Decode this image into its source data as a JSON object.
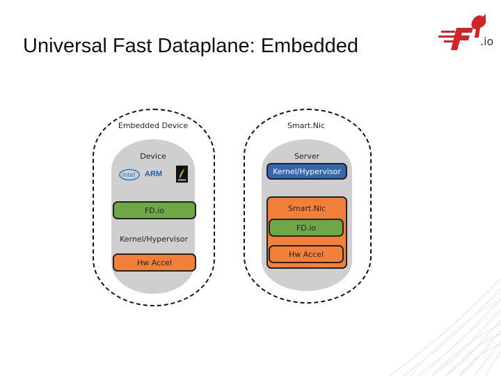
{
  "title": "Universal Fast Dataplane: Embedded",
  "logo": {
    "text": ".io"
  },
  "left_panel": {
    "heading": "Embedded Device",
    "device_label": "Device",
    "vendor_logos": [
      {
        "name": "intel",
        "text": "intel"
      },
      {
        "name": "arm",
        "text": "ARM"
      },
      {
        "name": "cavium",
        "text": ""
      }
    ],
    "layers": [
      {
        "label": "FD.io",
        "color": "#6ea746"
      },
      {
        "label": "Kernel/Hypervisor",
        "color": "#3567b0"
      },
      {
        "label": "Hw Accel",
        "color": "#f2803a"
      }
    ]
  },
  "right_panel": {
    "heading": "Smart.Nic",
    "server_label": "Server",
    "layers": [
      {
        "label": "Kernel/Hypervisor",
        "color": "#3567b0"
      },
      {
        "label": "Smart.Nic",
        "color": "#f2803a"
      },
      {
        "label": "FD.io",
        "color": "#6ea746"
      },
      {
        "label": "Hw Accel",
        "color": "#f2803a"
      }
    ]
  }
}
